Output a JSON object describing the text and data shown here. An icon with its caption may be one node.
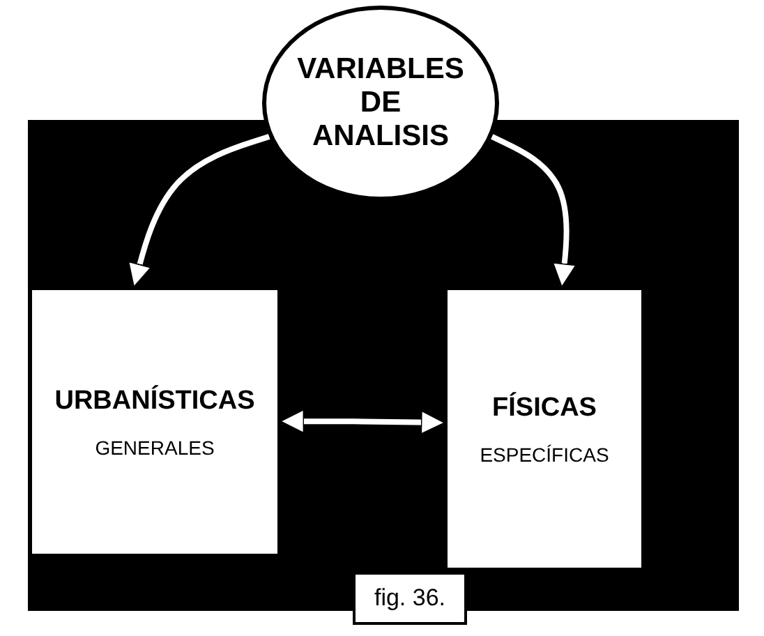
{
  "diagram": {
    "nodes": [
      {
        "text": [
          "VARIABLES DE ANALISIS"
        ]
      },
      {
        "text": [
          "URBANÍSTICAS",
          "GENERALES"
        ]
      },
      {
        "text": [
          "FÍSICAS",
          "ESPECÍFICAS"
        ]
      }
    ],
    "edges": [
      {
        "from": 0,
        "to": 1,
        "arrow": "to"
      },
      {
        "from": 0,
        "to": 2,
        "arrow": "to"
      },
      {
        "from": 1,
        "to": 2,
        "arrow": "both"
      }
    ],
    "labels": [
      "fig. 36."
    ]
  }
}
